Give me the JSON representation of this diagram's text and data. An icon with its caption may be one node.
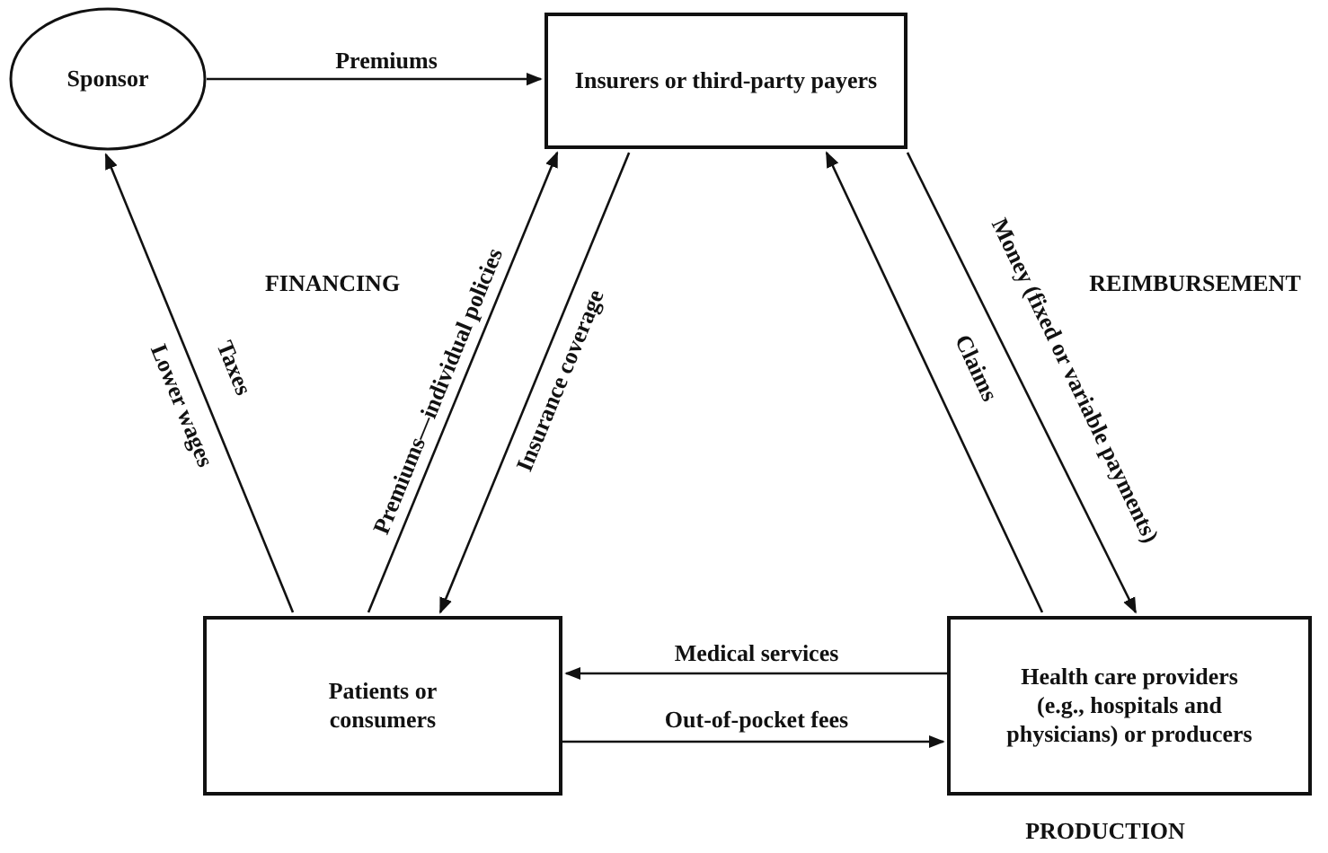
{
  "diagram": {
    "nodes": [
      {
        "text": [
          "Sponsor"
        ]
      },
      {
        "text": [
          "Insurers or third-party payers"
        ]
      },
      {
        "text": [
          "Patients or consumers"
        ]
      },
      {
        "text": [
          "Health care providers (e.g., hospitals and physicians) or producers"
        ]
      }
    ],
    "edges": [
      {
        "from": 0,
        "to": 1,
        "arrow": "to",
        "label": "Premiums"
      },
      {
        "from": 2,
        "to": 0,
        "arrow": "to",
        "label": "Taxes"
      },
      {
        "from": 2,
        "to": 1,
        "arrow": "to",
        "label": "Premiums—individual policies"
      },
      {
        "from": 1,
        "to": 2,
        "arrow": "to",
        "label": "Insurance coverage"
      },
      {
        "from": 3,
        "to": 1,
        "arrow": "to",
        "label": "Claims"
      },
      {
        "from": 1,
        "to": 3,
        "arrow": "to",
        "label": "Money (fixed or variable payments)"
      },
      {
        "from": 3,
        "to": 2,
        "arrow": "to",
        "label": "Medical services"
      },
      {
        "from": 2,
        "to": 3,
        "arrow": "to",
        "label": "Out-of-pocket fees"
      }
    ],
    "labels": [
      "FINANCING",
      "REIMBURSEMENT",
      "Lower wages",
      "PRODUCTION"
    ]
  }
}
